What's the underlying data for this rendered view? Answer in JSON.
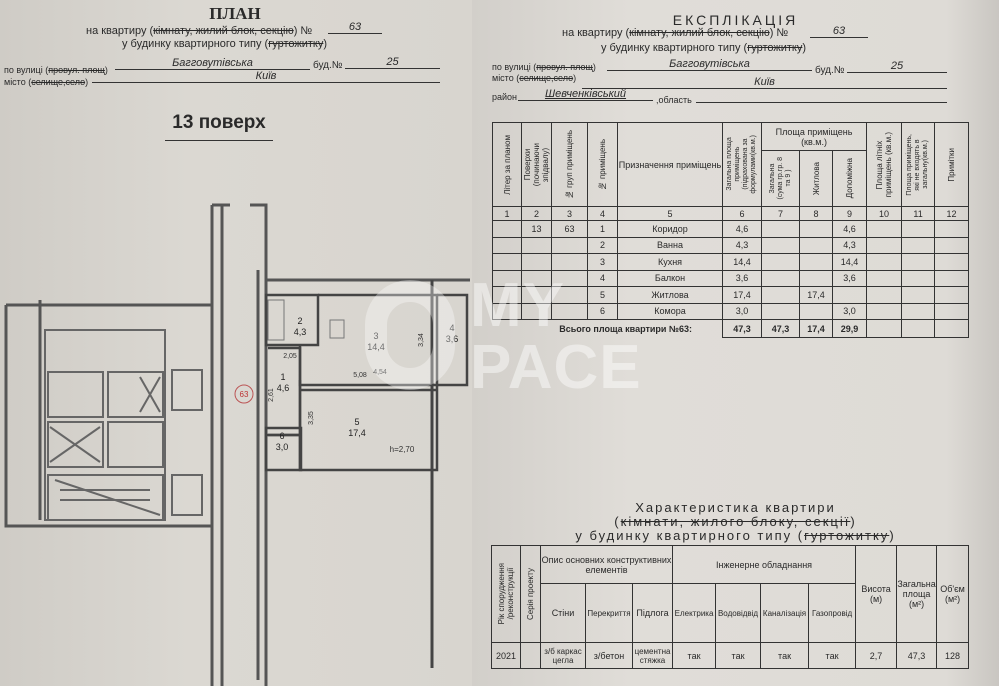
{
  "plan": {
    "title": "ПЛАН",
    "line1_prefix": "на квартиру (",
    "line1_struck": "кімнату, жилий блок, секцію",
    "line1_suffix": ") №",
    "apartment_no": "63",
    "line2_prefix": "у будинку квартирного типу (",
    "line2_struck": "гуртожитку",
    "line2_suffix": ")",
    "street_label": "по вулиці (",
    "street_struck": "провул. площ",
    "street_suffix": ")",
    "street": "Багговутівська",
    "building_label": "буд.№",
    "building": "25",
    "city_label": "місто (",
    "city_struck": "селище,село",
    "city_suffix": ")",
    "city": "Київ",
    "floor": "13 поверх",
    "apartment_marker": "63",
    "rooms": [
      {
        "no": "1",
        "area": "4,6"
      },
      {
        "no": "2",
        "area": "4,3"
      },
      {
        "no": "3",
        "area": "14,4"
      },
      {
        "no": "4",
        "area": "3,6"
      },
      {
        "no": "5",
        "area": "17,4"
      },
      {
        "no": "6",
        "area": "3,0"
      }
    ],
    "dims": {
      "d1": "2,05",
      "d2": "2,61",
      "d3": "5,08",
      "d4": "3,35",
      "d5": "4,54",
      "d6": "3,34"
    },
    "height": "h=2,70"
  },
  "watermark": {
    "line1": "MY",
    "line2": "PACE"
  },
  "explication": {
    "title": "ЕКСПЛІКАЦІЯ",
    "line1_prefix": "на квартиру (",
    "line1_struck": "кімнату, жилий блок, секцію",
    "line1_suffix": ") №",
    "apartment_no": "63",
    "line2_prefix": "у будинку квартирного типу (",
    "line2_struck": "гуртожитку",
    "line2_suffix": ")",
    "street_label": "по вулиці (",
    "street_struck": "провул. площ",
    "street_suffix": ")",
    "street": "Багговутівська",
    "building_label": "буд.№",
    "building": "25",
    "city_label": "місто (",
    "city_struck": "селище,село",
    "city_suffix": ")",
    "city": "Київ",
    "district_label": "район",
    "district": "Шевченківський",
    "region_label": ",область",
    "headers": {
      "h1": "Літер за планом",
      "h2": "Поверхи\n(починаючи\nзпідвалу)",
      "h3": "№ груп приміщень",
      "h4": "№ приміщень",
      "h5": "Призначення приміщень",
      "h6": "Загальна площа\nприміщень\n(підрахована за\nформулами(кв.м.)",
      "area_group": "Площа приміщень (кв.м.)",
      "h7": "Загальна\n(сума гр.гр. 8\nта 9 )",
      "h8": "Житлова",
      "h9": "Допоміжна",
      "h10": "Площа літніх\nприміщень (кв.м.)",
      "h11": "Площа приміщень,\nякі не входять в\nзагальну(кв.м.)",
      "h12": "Примітки"
    },
    "col_numbers": [
      "1",
      "2",
      "3",
      "4",
      "5",
      "6",
      "7",
      "8",
      "9",
      "10",
      "11",
      "12"
    ],
    "rows": [
      {
        "floor": "13",
        "group": "63",
        "no": "1",
        "name": "Коридор",
        "total": "4,6",
        "living": "",
        "aux": "4,6"
      },
      {
        "floor": "",
        "group": "",
        "no": "2",
        "name": "Ванна",
        "total": "4,3",
        "living": "",
        "aux": "4,3"
      },
      {
        "floor": "",
        "group": "",
        "no": "3",
        "name": "Кухня",
        "total": "14,4",
        "living": "",
        "aux": "14,4"
      },
      {
        "floor": "",
        "group": "",
        "no": "4",
        "name": "Балкон",
        "total": "3,6",
        "living": "",
        "aux": "3,6"
      },
      {
        "floor": "",
        "group": "",
        "no": "5",
        "name": "Житлова",
        "total": "17,4",
        "living": "17,4",
        "aux": ""
      },
      {
        "floor": "",
        "group": "",
        "no": "6",
        "name": "Комора",
        "total": "3,0",
        "living": "",
        "aux": "3,0"
      }
    ],
    "total_label": "Всього площа квартири №63:",
    "total": "47,3",
    "total_sum": "47,3",
    "total_living": "17,4",
    "total_aux": "29,9"
  },
  "characteristics": {
    "title": "Характеристика квартири",
    "line2_struck": "кімнати, жилого блоку, секції",
    "line3_prefix": "у будинку квартирного типу (",
    "line3_struck": "гуртожитку",
    "line3_suffix": ")",
    "headers": {
      "year": "Рік спорудження\n/реконструкції",
      "series": "Серія проекту",
      "structural": "Опис основних конструктивних елементів",
      "walls": "Стіни",
      "floors_ceil": "Перекриття",
      "floor": "Підлога",
      "engineering": "Інженерне обладнання",
      "electric": "Електрика",
      "water": "Водовідвід",
      "sewer": "Каналізація",
      "gas": "Газопровід",
      "height": "Висота (м)",
      "area": "Загальна площа (м²)",
      "volume": "Об'єм (м²)"
    },
    "values": {
      "year": "2021",
      "series": "",
      "walls": "з/б каркас цегла",
      "floors_ceil": "з/бетон",
      "floor": "цементна стяжка",
      "electric": "так",
      "water": "так",
      "sewer": "так",
      "gas": "так",
      "height": "2,7",
      "area": "47,3",
      "volume": "128"
    }
  }
}
